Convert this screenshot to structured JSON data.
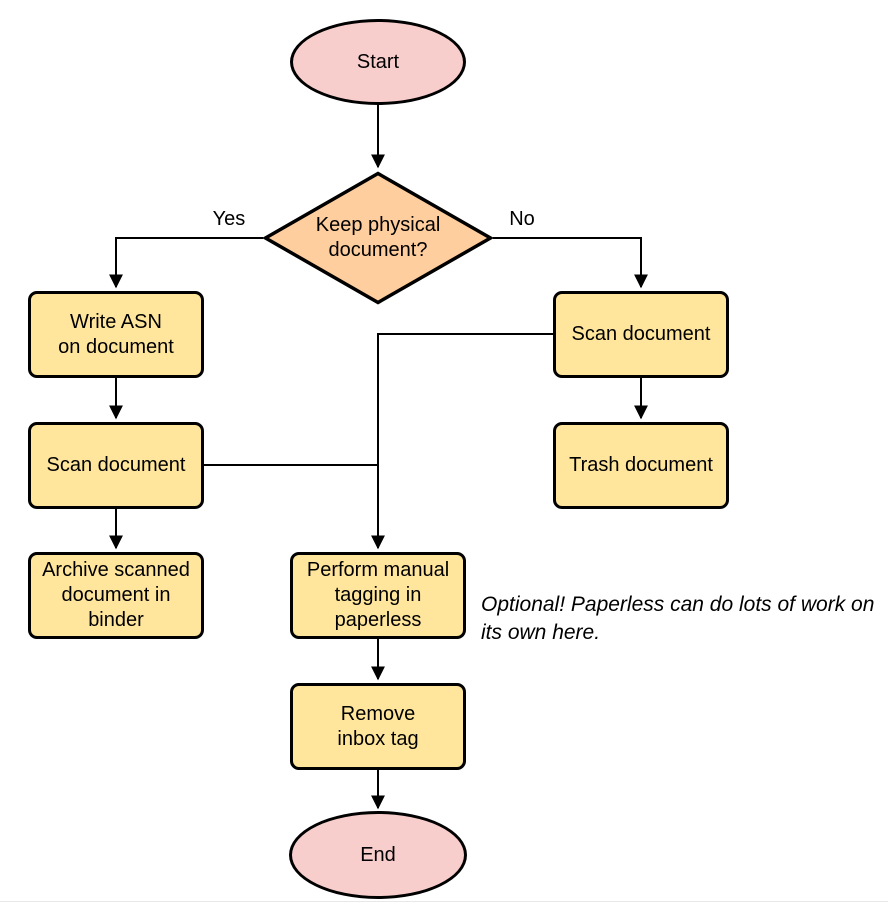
{
  "diagram": {
    "nodes": {
      "start": {
        "label": "Start",
        "type": "terminal"
      },
      "decision": {
        "label": "Keep physical\ndocument?",
        "type": "decision"
      },
      "write_asn": {
        "label": "Write ASN\non document",
        "type": "process"
      },
      "scan_left": {
        "label": "Scan document",
        "type": "process"
      },
      "archive": {
        "label": "Archive scanned\ndocument in\nbinder",
        "type": "process"
      },
      "scan_right": {
        "label": "Scan document",
        "type": "process"
      },
      "trash": {
        "label": "Trash document",
        "type": "process"
      },
      "tagging": {
        "label": "Perform manual\ntagging in\npaperless",
        "type": "process"
      },
      "remove_inbox": {
        "label": "Remove\ninbox tag",
        "type": "process"
      },
      "end": {
        "label": "End",
        "type": "terminal"
      }
    },
    "edge_labels": {
      "yes": "Yes",
      "no": "No"
    },
    "annotation": "Optional! Paperless can do lots of work on\nits own here.",
    "colors": {
      "terminal_fill": "#F8CECC",
      "decision_fill": "#FFCE9E",
      "process_fill": "#FFE69C",
      "stroke": "#000000",
      "background": "#FFFFFF"
    }
  }
}
